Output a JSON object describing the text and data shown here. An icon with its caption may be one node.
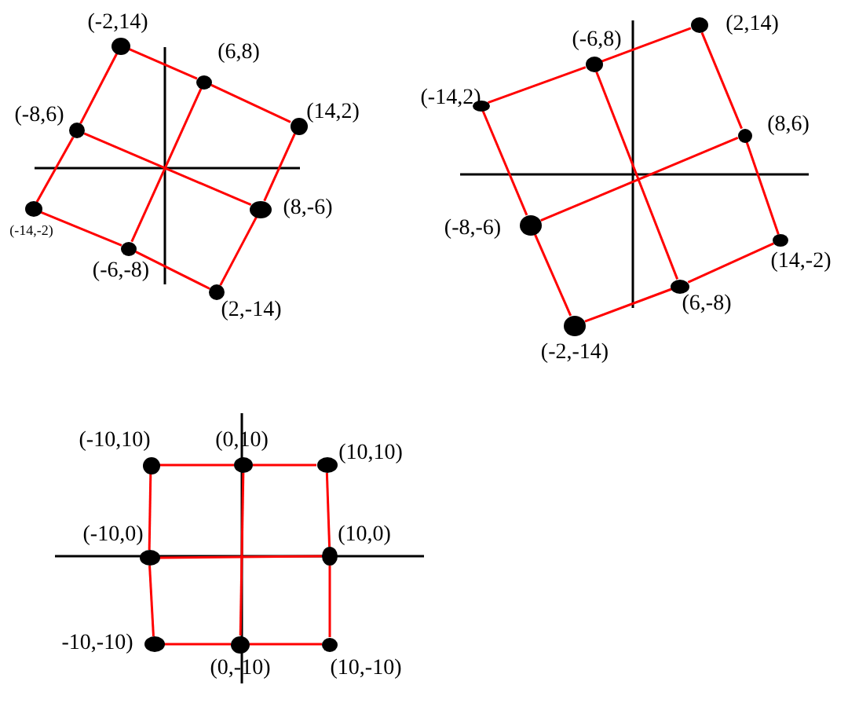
{
  "diagram": {
    "nodes": [
      {
        "text": [],
        "shape": "circle",
        "beside": [
          "(-2,14)"
        ]
      },
      {
        "text": [],
        "shape": "circle",
        "beside": [
          "(6,8)"
        ]
      },
      {
        "text": [],
        "shape": "circle",
        "beside": [
          "(14,2)"
        ]
      },
      {
        "text": [],
        "shape": "circle",
        "beside": [
          "(-8,6)"
        ]
      },
      {
        "text": [],
        "shape": "circle",
        "beside": [
          "(8,-6)"
        ]
      },
      {
        "text": [],
        "shape": "circle",
        "beside": [
          "(-14,-2)"
        ]
      },
      {
        "text": [],
        "shape": "circle",
        "beside": [
          "(-6,-8)"
        ]
      },
      {
        "text": [],
        "shape": "circle",
        "beside": [
          "(2,-14)"
        ]
      },
      {
        "text": [],
        "shape": "circle",
        "beside": [
          "(2,14)"
        ]
      },
      {
        "text": [],
        "shape": "circle",
        "beside": [
          "(-6,8)"
        ]
      },
      {
        "text": [],
        "shape": "circle",
        "beside": [
          "(-14,2)"
        ]
      },
      {
        "text": [],
        "shape": "circle",
        "beside": [
          "(8,6)"
        ]
      },
      {
        "text": [],
        "shape": "circle",
        "beside": [
          "(-8,-6)"
        ]
      },
      {
        "text": [],
        "shape": "circle",
        "beside": [
          "(14,-2)"
        ]
      },
      {
        "text": [],
        "shape": "circle",
        "beside": [
          "(6,-8)"
        ]
      },
      {
        "text": [],
        "shape": "circle",
        "beside": [
          "(-2,-14)"
        ]
      },
      {
        "text": [],
        "shape": "circle",
        "beside": [
          "(-10,10)"
        ]
      },
      {
        "text": [],
        "shape": "circle",
        "beside": [
          "(0,10)"
        ]
      },
      {
        "text": [],
        "shape": "circle",
        "beside": [
          "(10,10)"
        ]
      },
      {
        "text": [],
        "shape": "circle",
        "beside": [
          "(-10,0)"
        ]
      },
      {
        "text": [],
        "shape": "circle",
        "beside": [
          "(10,0)"
        ]
      },
      {
        "text": [],
        "shape": "circle",
        "beside": [
          "-10,-10)"
        ]
      },
      {
        "text": [],
        "shape": "circle",
        "beside": [
          "(0,-10)"
        ]
      },
      {
        "text": [],
        "shape": "circle",
        "beside": [
          "(10,-10)"
        ]
      }
    ],
    "edges": [
      {
        "from": 0,
        "to": 1,
        "arrow": "none"
      },
      {
        "from": 1,
        "to": 2,
        "arrow": "none"
      },
      {
        "from": 2,
        "to": 4,
        "arrow": "none"
      },
      {
        "from": 4,
        "to": 7,
        "arrow": "none"
      },
      {
        "from": 7,
        "to": 6,
        "arrow": "none"
      },
      {
        "from": 6,
        "to": 5,
        "arrow": "none"
      },
      {
        "from": 5,
        "to": 3,
        "arrow": "none"
      },
      {
        "from": 3,
        "to": 0,
        "arrow": "none"
      },
      {
        "from": 1,
        "to": 6,
        "arrow": "none"
      },
      {
        "from": 3,
        "to": 4,
        "arrow": "none"
      },
      {
        "from": 10,
        "to": 9,
        "arrow": "none"
      },
      {
        "from": 9,
        "to": 8,
        "arrow": "none"
      },
      {
        "from": 8,
        "to": 11,
        "arrow": "none"
      },
      {
        "from": 11,
        "to": 13,
        "arrow": "none"
      },
      {
        "from": 13,
        "to": 14,
        "arrow": "none"
      },
      {
        "from": 14,
        "to": 15,
        "arrow": "none"
      },
      {
        "from": 15,
        "to": 12,
        "arrow": "none"
      },
      {
        "from": 12,
        "to": 10,
        "arrow": "none"
      },
      {
        "from": 9,
        "to": 14,
        "arrow": "none"
      },
      {
        "from": 12,
        "to": 11,
        "arrow": "none"
      },
      {
        "from": 16,
        "to": 17,
        "arrow": "none"
      },
      {
        "from": 17,
        "to": 18,
        "arrow": "none"
      },
      {
        "from": 18,
        "to": 20,
        "arrow": "none"
      },
      {
        "from": 20,
        "to": 23,
        "arrow": "none"
      },
      {
        "from": 23,
        "to": 22,
        "arrow": "none"
      },
      {
        "from": 22,
        "to": 21,
        "arrow": "none"
      },
      {
        "from": 21,
        "to": 19,
        "arrow": "none"
      },
      {
        "from": 19,
        "to": 16,
        "arrow": "none"
      },
      {
        "from": 17,
        "to": 22,
        "arrow": "none"
      },
      {
        "from": 19,
        "to": 20,
        "arrow": "none"
      }
    ]
  }
}
